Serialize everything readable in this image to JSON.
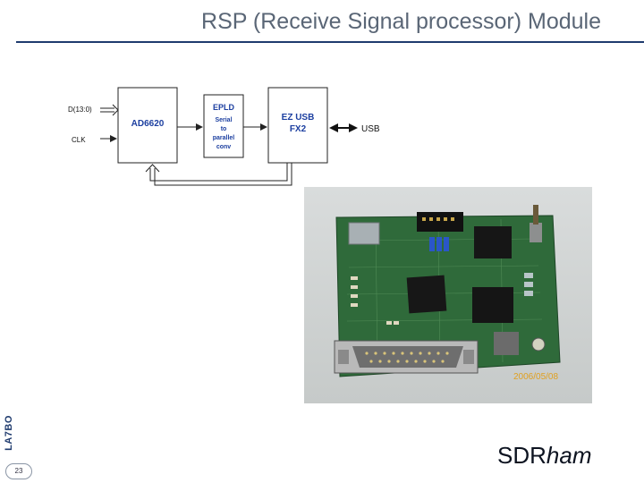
{
  "slide": {
    "title": "RSP (Receive Signal processor) Module",
    "author": "LA7BO",
    "page_number": "23",
    "brand_main": "SDR",
    "brand_italic": "ham"
  },
  "diagram": {
    "input_data": "D(13:0)",
    "input_clk": "CLK",
    "block1": "AD6620",
    "block2_title": "EPLD",
    "block2_line1": "Serial",
    "block2_line2": "to",
    "block2_line3": "parallel",
    "block2_line4": "conv",
    "block3_line1": "EZ USB",
    "block3_line2": "FX2",
    "output": "USB"
  },
  "photo": {
    "timestamp": "2006/05/08"
  },
  "colors": {
    "title": "#5a6676",
    "rule": "#1f3b6e",
    "block_text": "#1c3fa0",
    "pcb": "#2f6a3a"
  }
}
